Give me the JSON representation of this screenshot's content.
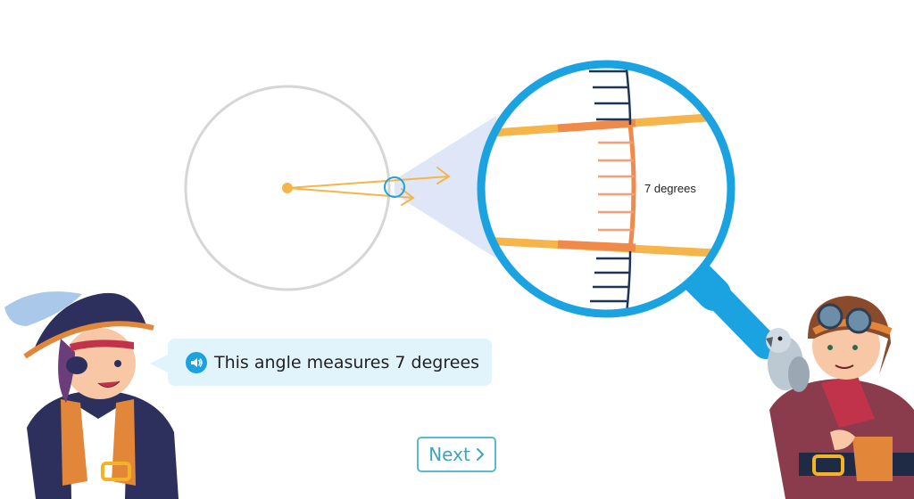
{
  "prompt": {
    "text": "This angle measures 7 degrees"
  },
  "magnifier": {
    "label": "7 degrees"
  },
  "nav": {
    "next_label": "Next"
  },
  "icons": {
    "audio": "speaker-icon",
    "next": "chevron-right-icon"
  },
  "colors": {
    "accent": "#1aa3e0",
    "angle_ray": "#f5b54a",
    "angle_highlight": "#f08a4b",
    "bubble": "#e1f3fb",
    "button_border": "#5ab9cc"
  }
}
